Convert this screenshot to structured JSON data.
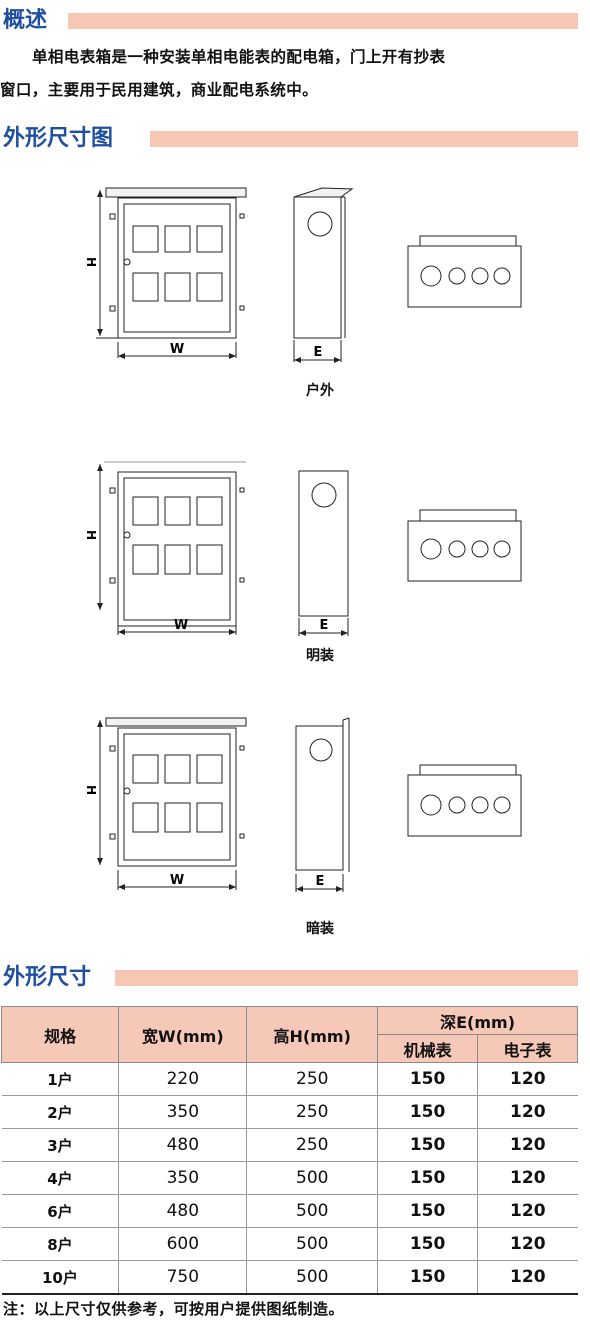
{
  "overview": {
    "title": "概述",
    "lines": [
      "单相电表箱是一种安装单相电能表的配电箱，门上开有抄表",
      "窗口，主要用于民用建筑，商业配电系统中。"
    ]
  },
  "drawings": {
    "title": "外形尺寸图",
    "dim_h": "H",
    "dim_w": "W",
    "dim_e": "E",
    "views": [
      {
        "caption": "户外"
      },
      {
        "caption": "明装"
      },
      {
        "caption": "暗装"
      }
    ]
  },
  "dimensions": {
    "title": "外形尺寸",
    "headers": {
      "spec": "规格",
      "width": "宽W(mm)",
      "height": "高H(mm)",
      "depth": "深E(mm)",
      "mechanical": "机械表",
      "electronic": "电子表"
    },
    "rows": [
      {
        "spec": "1户",
        "width": "220",
        "height": "250",
        "mechanical": "150",
        "electronic": "120"
      },
      {
        "spec": "2户",
        "width": "350",
        "height": "250",
        "mechanical": "150",
        "electronic": "120"
      },
      {
        "spec": "3户",
        "width": "480",
        "height": "250",
        "mechanical": "150",
        "electronic": "120"
      },
      {
        "spec": "4户",
        "width": "350",
        "height": "500",
        "mechanical": "150",
        "electronic": "120"
      },
      {
        "spec": "6户",
        "width": "480",
        "height": "500",
        "mechanical": "150",
        "electronic": "120"
      },
      {
        "spec": "8户",
        "width": "600",
        "height": "500",
        "mechanical": "150",
        "electronic": "120"
      },
      {
        "spec": "10户",
        "width": "750",
        "height": "500",
        "mechanical": "150",
        "electronic": "120"
      }
    ]
  },
  "note": "注：以上尺寸仅供参考，可按用户提供图纸制造。"
}
